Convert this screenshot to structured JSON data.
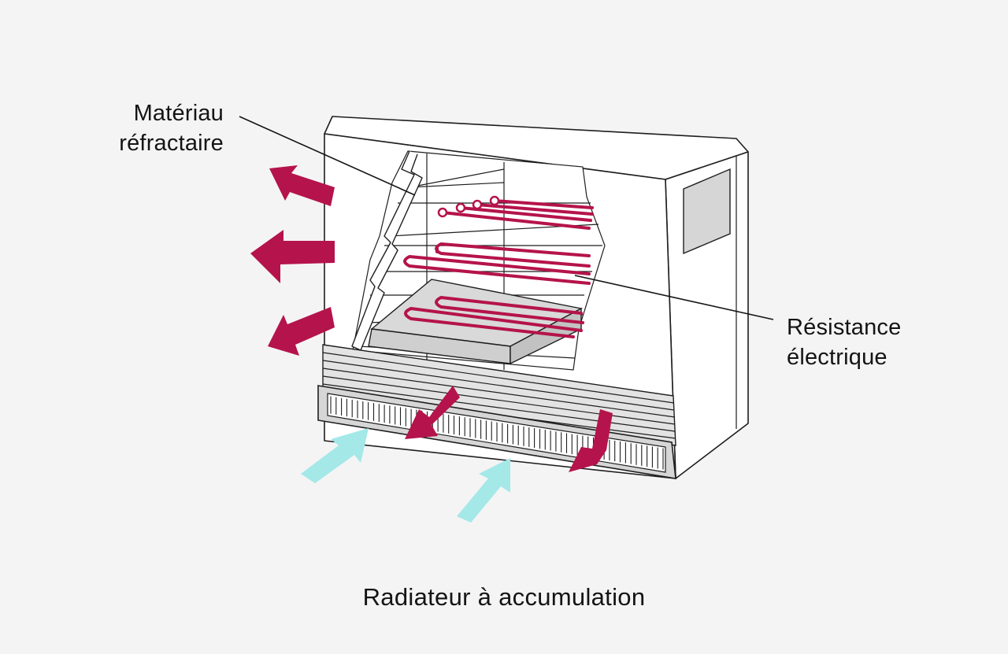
{
  "labels": {
    "refractory_line1": "Matériau",
    "refractory_line2": "réfractaire",
    "resistance_line1": "Résistance",
    "resistance_line2": "électrique"
  },
  "caption": "Radiateur à accumulation",
  "colors": {
    "background": "#f4f4f4",
    "hot_air_arrows": "#b5134b",
    "heating_element": "#b5134b",
    "cold_air_arrows": "#a4e8e8",
    "refractory_block": "#d9d9d9",
    "grille": "#d6d6d6"
  },
  "icons": [
    "hot-air-arrow",
    "cold-air-arrow",
    "heating-coil"
  ]
}
